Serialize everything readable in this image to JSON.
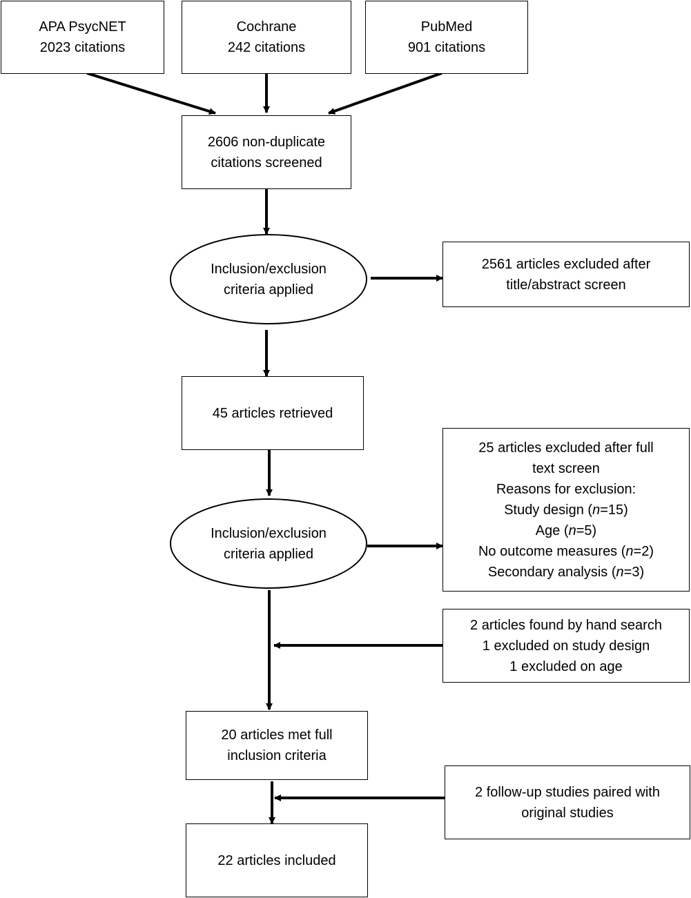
{
  "sources": {
    "psycnet": {
      "name": "APA PsycNET",
      "count": "2023 citations"
    },
    "cochrane": {
      "name": "Cochrane",
      "count": "242 citations"
    },
    "pubmed": {
      "name": "PubMed",
      "count": "901 citations"
    }
  },
  "screened": {
    "line1": "2606 non-duplicate",
    "line2": "citations screened"
  },
  "criteria_1": {
    "line1": "Inclusion/exclusion",
    "line2": "criteria applied"
  },
  "excluded_title": {
    "line1": "2561 articles excluded after",
    "line2": "title/abstract screen"
  },
  "retrieved": {
    "text": "45 articles retrieved"
  },
  "criteria_2": {
    "line1": "Inclusion/exclusion",
    "line2": "criteria applied"
  },
  "excluded_fulltext": {
    "line1": "25 articles excluded after full",
    "line2": "text screen",
    "line3": "Reasons for exclusion:",
    "reasons": [
      {
        "label": "Study design",
        "var": "n",
        "value": "15"
      },
      {
        "label": "Age",
        "var": "n",
        "value": "5"
      },
      {
        "label": "No outcome measures",
        "var": "n",
        "value": "2"
      },
      {
        "label": "Secondary analysis",
        "var": "n",
        "value": "3"
      }
    ]
  },
  "hand_search": {
    "line1": "2 articles found by hand search",
    "line2": "1 excluded on study design",
    "line3": "1 excluded on age"
  },
  "met_criteria": {
    "line1": "20 articles met full",
    "line2": "inclusion criteria"
  },
  "follow_up": {
    "line1": "2 follow-up studies paired with",
    "line2": "original studies"
  },
  "included": {
    "text": "22 articles included"
  }
}
